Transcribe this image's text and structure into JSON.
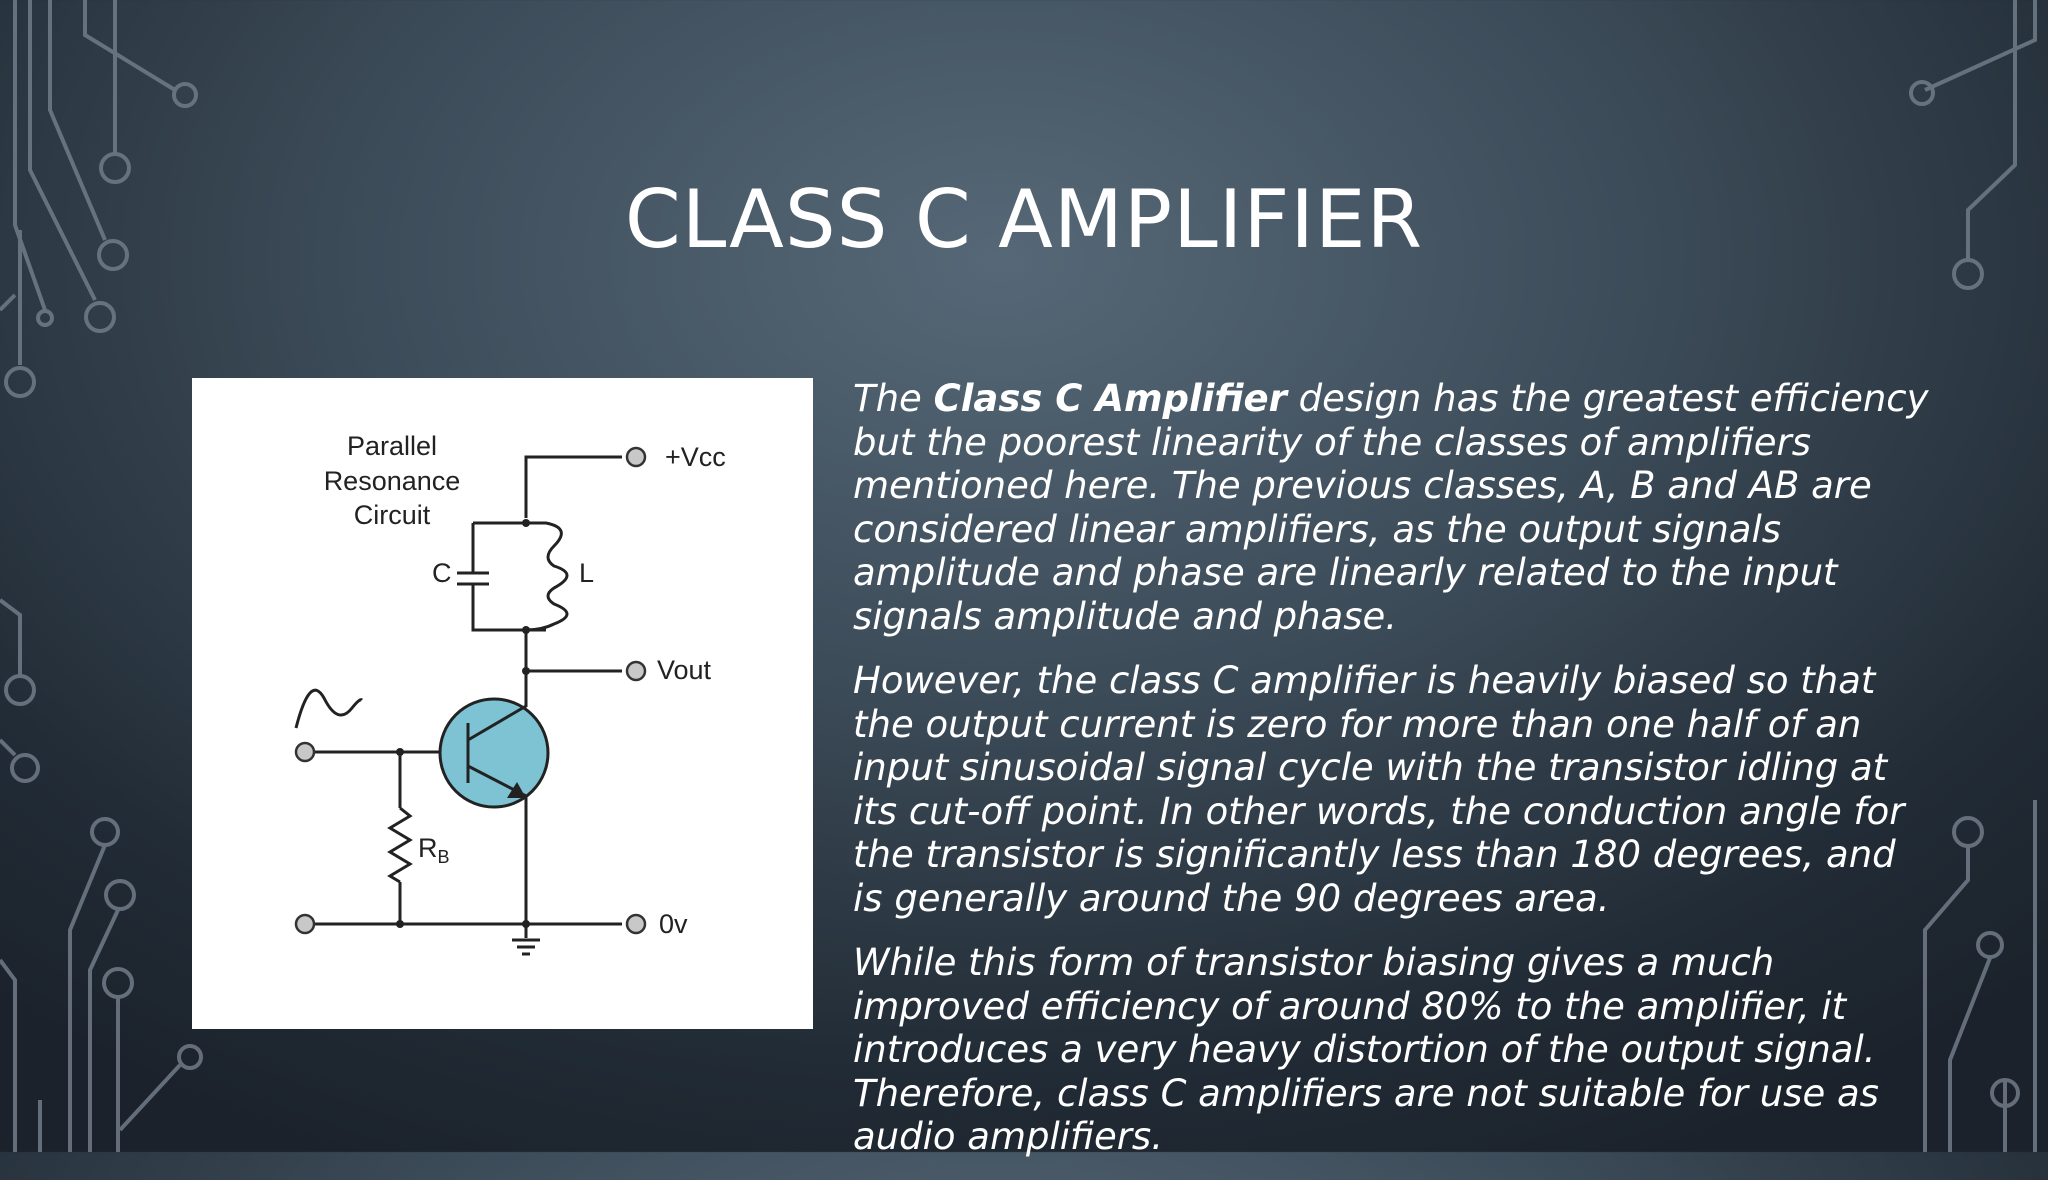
{
  "slide": {
    "title": "CLASS C AMPLIFIER",
    "paragraphs": [
      {
        "lead": "The ",
        "bold": "Class C Amplifier",
        "rest": " design has the greatest efficiency but the poorest linearity of the classes of amplifiers mentioned here. The previous classes, A, B and AB are considered linear amplifiers, as the output signals amplitude and phase are linearly related to the input signals amplitude and phase."
      },
      {
        "text": "However, the class C amplifier is heavily biased so that the output current is zero for more than one half of an input sinusoidal signal cycle with the transistor idling at its cut-off point. In other words, the conduction angle for the transistor is significantly less than 180 degrees, and is generally around the 90 degrees area."
      },
      {
        "text": "While this form of transistor biasing gives a much improved efficiency of around 80% to the amplifier, it introduces a very heavy distortion of the output signal. Therefore, class C amplifiers are not suitable for use as audio amplifiers."
      }
    ]
  },
  "circuit": {
    "resonance_line1": "Parallel",
    "resonance_line2": "Resonance",
    "resonance_line3": "Circuit",
    "vcc_label": "+Vcc",
    "capacitor_label": "C",
    "inductor_label": "L",
    "vout_label": "Vout",
    "resistor_label": "R",
    "resistor_subscript": "B",
    "ground_label": "0v"
  },
  "colors": {
    "transistor_fill": "#7ec3d4",
    "decor_line": "#6f7b86"
  }
}
